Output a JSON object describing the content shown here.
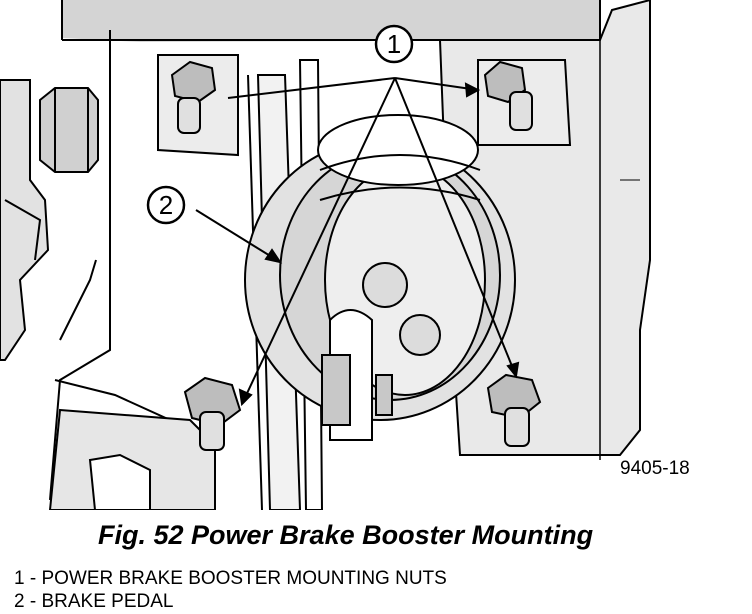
{
  "figure": {
    "id": "9405-18",
    "callouts": [
      "1",
      "2"
    ]
  },
  "caption": "Fig. 52 Power Brake Booster Mounting",
  "legend": [
    "1 - POWER BRAKE BOOSTER MOUNTING NUTS",
    "2 - BRAKE PEDAL"
  ]
}
